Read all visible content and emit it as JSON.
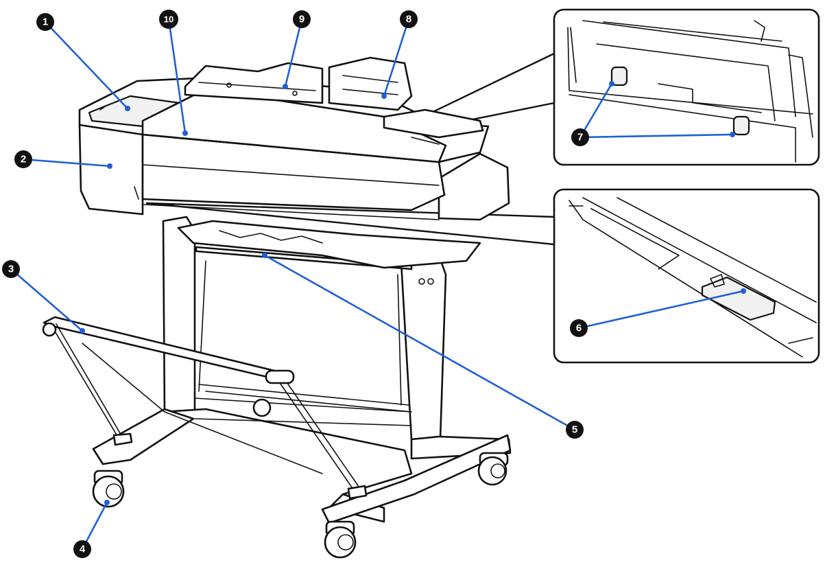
{
  "colors": {
    "leader": "#1f5fd6",
    "badge_fill": "#111111",
    "badge_text": "#ffffff",
    "outline": "#111111"
  },
  "callouts": [
    {
      "id": "1",
      "label": "1"
    },
    {
      "id": "2",
      "label": "2"
    },
    {
      "id": "3",
      "label": "3"
    },
    {
      "id": "4",
      "label": "4"
    },
    {
      "id": "5",
      "label": "5"
    },
    {
      "id": "6",
      "label": "6"
    },
    {
      "id": "7",
      "label": "7"
    },
    {
      "id": "8",
      "label": "8"
    },
    {
      "id": "9",
      "label": "9"
    },
    {
      "id": "10",
      "label": "10"
    }
  ]
}
